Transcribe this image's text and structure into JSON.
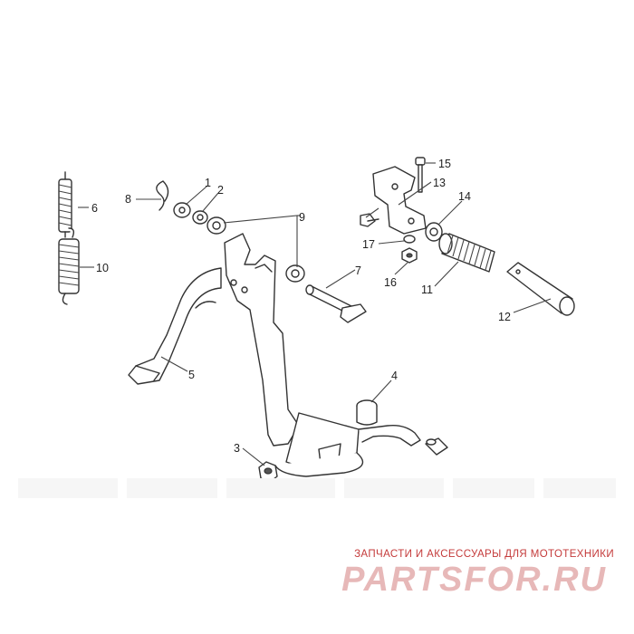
{
  "diagram": {
    "callouts": [
      "1",
      "2",
      "3",
      "4",
      "5",
      "6",
      "7",
      "8",
      "9",
      "10",
      "11",
      "12",
      "13",
      "14",
      "15",
      "16",
      "17"
    ]
  },
  "watermark": {
    "tagline": "ЗАПЧАСТИ И АКСЕССУАРЫ ДЛЯ МОТОТЕХНИКИ",
    "logo": "PARTSFOR.RU",
    "color": "#c43a3a"
  }
}
